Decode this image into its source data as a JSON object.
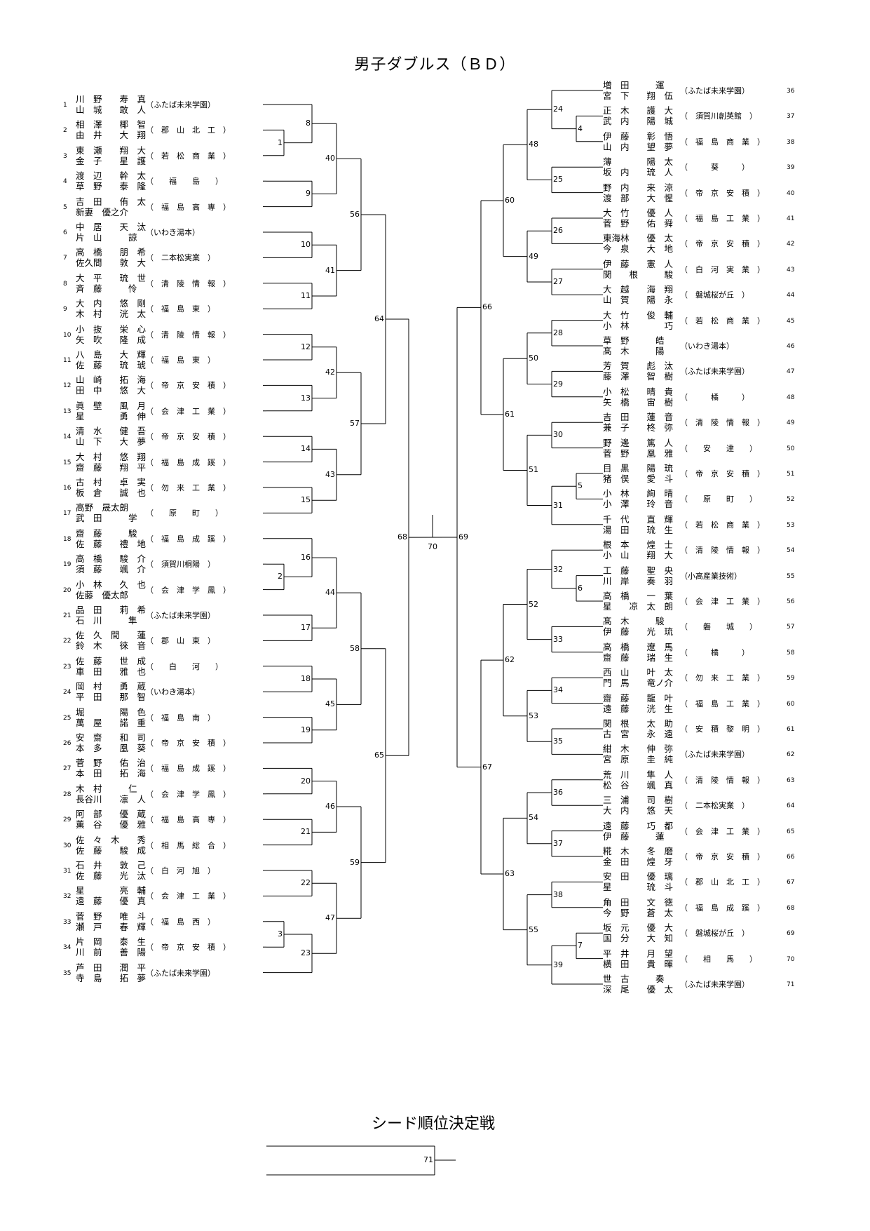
{
  "title": "男子ダブルス（ＢＤ）",
  "subtitle": "シード順位決定戦",
  "left_entries": [
    {
      "no": "1",
      "p1": "川　野　　寿　真",
      "p2": "山　城　　敢　人",
      "team": "（ふたば未来学園）"
    },
    {
      "no": "2",
      "p1": "相　澤　　椰　智",
      "p2": "由　井　　大　翔",
      "team": "（　郡　山　北　工　）"
    },
    {
      "no": "3",
      "p1": "東　瀬　　翔　大",
      "p2": "金　子　　星　護",
      "team": "（　若　松　商　業　）"
    },
    {
      "no": "4",
      "p1": "渡　辺　　幹　太",
      "p2": "草　野　　泰　隆",
      "team": "（　　福　　島　　）"
    },
    {
      "no": "5",
      "p1": "吉　田　　侑　太",
      "p2": "新妻　優之介",
      "team": "（　福　島　高　専　）"
    },
    {
      "no": "6",
      "p1": "中　居　　天　汰",
      "p2": "片　山　　　諒",
      "team": "（いわき湯本）"
    },
    {
      "no": "7",
      "p1": "高　橋　　朋　希",
      "p2": "佐久間　　敦　大",
      "team": "（　二本松実業　）"
    },
    {
      "no": "8",
      "p1": "大　平　　琉　世",
      "p2": "斉　藤　　　怜",
      "team": "（　清　陵　情　報　）"
    },
    {
      "no": "9",
      "p1": "大　内　　悠　剛",
      "p2": "木　村　　洸　太",
      "team": "（　福　島　東　）"
    },
    {
      "no": "10",
      "p1": "小　抜　　栄　心",
      "p2": "矢　吹　　隆　成",
      "team": "（　清　陵　情　報　）"
    },
    {
      "no": "11",
      "p1": "八　島　　大　輝",
      "p2": "佐　藤　　琉　琥",
      "team": "（　福　島　東　）"
    },
    {
      "no": "12",
      "p1": "山　崎　　拓　海",
      "p2": "田　中　　悠　大",
      "team": "（　帝　京　安　積　）"
    },
    {
      "no": "13",
      "p1": "眞　壁　　風　月",
      "p2": "星　　　　勇　伸",
      "team": "（　会　津　工　業　）"
    },
    {
      "no": "14",
      "p1": "清　水　　健　吾",
      "p2": "山　下　　大　夢",
      "team": "（　帝　京　安　積　）"
    },
    {
      "no": "15",
      "p1": "大　村　　悠　翔",
      "p2": "齋　藤　　翔　平",
      "team": "（　福　島　成　蹊　）"
    },
    {
      "no": "16",
      "p1": "古　村　　卓　実",
      "p2": "板　倉　　誠　也",
      "team": "（　勿　来　工　業　）"
    },
    {
      "no": "17",
      "p1": "高野　晟太朗",
      "p2": "武　田　　　学",
      "team": "（　　原　　町　　）"
    },
    {
      "no": "18",
      "p1": "齋　藤　　　駿",
      "p2": "佐　藤　　禮　地",
      "team": "（　福　島　成　蹊　）"
    },
    {
      "no": "19",
      "p1": "高　橋　　駿　介",
      "p2": "須　藤　　颯　介",
      "team": "（　須賀川桐陽　）"
    },
    {
      "no": "20",
      "p1": "小　林　　久　也",
      "p2": "佐藤　優太郎",
      "team": "（　会　津　学　鳳　）"
    },
    {
      "no": "21",
      "p1": "品　田　　莉　希",
      "p2": "石　川　　　隼",
      "team": "（ふたば未来学園）"
    },
    {
      "no": "22",
      "p1": "佐　久　間　　蓮",
      "p2": "鈴　木　　徠　音",
      "team": "（　郡　山　東　）"
    },
    {
      "no": "23",
      "p1": "佐　藤　　世　成",
      "p2": "車　田　　雅　也",
      "team": "（　　白　　河　　）"
    },
    {
      "no": "24",
      "p1": "岡　村　　勇　蔵",
      "p2": "平　田　　那　智",
      "team": "（いわき湯本）"
    },
    {
      "no": "25",
      "p1": "堀　　　　陽　色",
      "p2": "萬　屋　　諾　重",
      "team": "（　福　島　南　）"
    },
    {
      "no": "26",
      "p1": "安　齋　　和　司",
      "p2": "本　多　　凰　葵",
      "team": "（　帝　京　安　積　）"
    },
    {
      "no": "27",
      "p1": "菅　野　　佑　治",
      "p2": "本　田　　拓　海",
      "team": "（　福　島　成　蹊　）"
    },
    {
      "no": "28",
      "p1": "木　村　　　仁",
      "p2": "長谷川　　凛　人",
      "team": "（　会　津　学　鳳　）"
    },
    {
      "no": "29",
      "p1": "阿　部　　優　蔵",
      "p2": "薫　谷　　優　雅",
      "team": "（　福　島　高　専　）"
    },
    {
      "no": "30",
      "p1": "佐　々　木　　秀",
      "p2": "佐　藤　　駿　成",
      "team": "（　相　馬　総　合　）"
    },
    {
      "no": "31",
      "p1": "石　井　　敦　己",
      "p2": "佐　藤　　光　汰",
      "team": "（　白　河　旭　）"
    },
    {
      "no": "32",
      "p1": "星　　　　亮　輔",
      "p2": "遠　藤　　優　真",
      "team": "（　会　津　工　業　）"
    },
    {
      "no": "33",
      "p1": "菅　野　　唯　斗",
      "p2": "瀬　戸　　春　輝",
      "team": "（　福　島　西　）"
    },
    {
      "no": "34",
      "p1": "片　岡　　泰　生",
      "p2": "川　前　　善　陽",
      "team": "（　帝　京　安　積　）"
    },
    {
      "no": "35",
      "p1": "芦　田　　潤　平",
      "p2": "寺　島　　拓　夢",
      "team": "（ふたば未来学園）"
    }
  ],
  "right_entries": [
    {
      "no": "36",
      "p1": "増　田　　　運",
      "p2": "宮　下　　翔　伍",
      "team": "（ふたば未来学園）"
    },
    {
      "no": "37",
      "p1": "正　木　　護　大",
      "p2": "武　内　　陽　城",
      "team": "（　須賀川創英館　）"
    },
    {
      "no": "38",
      "p1": "伊　藤　　彰　悟",
      "p2": "山　内　　望　夢",
      "team": "（　福　島　商　業　）"
    },
    {
      "no": "39",
      "p1": "薄　　　　陽　太",
      "p2": "坂　内　　琉　人",
      "team": "（　　　葵　　　）"
    },
    {
      "no": "40",
      "p1": "野　内　　来　涼",
      "p2": "渡　部　　大　惺",
      "team": "（　帝　京　安　積　）"
    },
    {
      "no": "41",
      "p1": "大　竹　　優　人",
      "p2": "菅　野　　佑　舜",
      "team": "（　福　島　工　業　）"
    },
    {
      "no": "42",
      "p1": "東海林　　優　太",
      "p2": "今　泉　　大　地",
      "team": "（　帝　京　安　積　）"
    },
    {
      "no": "43",
      "p1": "伊　藤　　憲　人",
      "p2": "関　　根　　　駿",
      "team": "（　白　河　実　業　）"
    },
    {
      "no": "44",
      "p1": "大　越　　海　翔",
      "p2": "山　賀　　陽　永",
      "team": "（　磐城桜が丘　）"
    },
    {
      "no": "45",
      "p1": "大　竹　　俊　輔",
      "p2": "小　林　　　　巧",
      "team": "（　若　松　商　業　）"
    },
    {
      "no": "46",
      "p1": "草　野　　　皓",
      "p2": "髙　木　　　陽",
      "team": "（いわき湯本）"
    },
    {
      "no": "47",
      "p1": "芳　賀　　彪　汰",
      "p2": "藤　澤　　智　樹",
      "team": "（ふたば未来学園）"
    },
    {
      "no": "48",
      "p1": "小　松　　晴　貴",
      "p2": "矢　橋　　宙　樹",
      "team": "（　　　橘　　　）"
    },
    {
      "no": "49",
      "p1": "吉　田　　蓮　音",
      "p2": "兼　子　　柊　弥",
      "team": "（　清　陵　情　報　）"
    },
    {
      "no": "50",
      "p1": "野　邊　　篤　人",
      "p2": "菅　野　　凰　雅",
      "team": "（　　安　　達　　）"
    },
    {
      "no": "51",
      "p1": "目　黒　　陽　琉",
      "p2": "猪　俣　　愛　斗",
      "team": "（　帝　京　安　積　）"
    },
    {
      "no": "52",
      "p1": "小　林　　絢　晴",
      "p2": "小　澤　　玲　音",
      "team": "（　　原　　町　　）"
    },
    {
      "no": "53",
      "p1": "千　代　　直　輝",
      "p2": "湯　田　　琉　生",
      "team": "（　若　松　商　業　）"
    },
    {
      "no": "54",
      "p1": "根　本　　煌　士",
      "p2": "小　山　　翔　大",
      "team": "（　清　陵　情　報　）"
    },
    {
      "no": "55",
      "p1": "工　藤　　聖　央",
      "p2": "川　岸　　奏　羽",
      "team": "（小高産業技術）"
    },
    {
      "no": "56",
      "p1": "高　橋　　一　葉",
      "p2": "星　　凉　太　朗",
      "team": "（　会　津　工　業　）"
    },
    {
      "no": "57",
      "p1": "髙　木　　　駿",
      "p2": "伊　藤　　光　琉",
      "team": "（　　磐　　城　　）"
    },
    {
      "no": "58",
      "p1": "高　橋　　遼　馬",
      "p2": "齋　藤　　瑞　生",
      "team": "（　　　橘　　　）"
    },
    {
      "no": "59",
      "p1": "西　山　　叶　太",
      "p2": "門　馬　　竜ノ介",
      "team": "（　勿　来　工　業　）"
    },
    {
      "no": "60",
      "p1": "齋　藤　　龍　叶",
      "p2": "遠　藤　　洸　生",
      "team": "（　福　島　工　業　）"
    },
    {
      "no": "61",
      "p1": "関　根　　太　助",
      "p2": "古　宮　　永　遠",
      "team": "（　安　積　黎　明　）"
    },
    {
      "no": "62",
      "p1": "紺　木　　伸　弥",
      "p2": "宮　原　　圭　純",
      "team": "（ふたば未来学園）"
    },
    {
      "no": "63",
      "p1": "荒　川　　隼　人",
      "p2": "松　谷　　颯　真",
      "team": "（　清　陵　情　報　）"
    },
    {
      "no": "64",
      "p1": "三　浦　　司　樹",
      "p2": "大　内　　悠　天",
      "team": "（　二本松実業　）"
    },
    {
      "no": "65",
      "p1": "遠　藤　　巧　都",
      "p2": "伊　藤　　　蓮",
      "team": "（　会　津　工　業　）"
    },
    {
      "no": "66",
      "p1": "糀　木　　冬　磨",
      "p2": "金　田　　煌　牙",
      "team": "（　帝　京　安　積　）"
    },
    {
      "no": "67",
      "p1": "安　田　　優　璃",
      "p2": "星　　　　琉　斗",
      "team": "（　郡　山　北　工　）"
    },
    {
      "no": "68",
      "p1": "角　田　　文　徳",
      "p2": "今　野　　蒼　太",
      "team": "（　福　島　成　蹊　）"
    },
    {
      "no": "69",
      "p1": "坂　元　　優　大",
      "p2": "国　分　　大　知",
      "team": "（　磐城桜が丘　）"
    },
    {
      "no": "70",
      "p1": "平　井　　月　望",
      "p2": "横　田　　貴　暉",
      "team": "（　　相　　馬　　）"
    },
    {
      "no": "71",
      "p1": "世　古　　　奏",
      "p2": "深　尾　　優　太",
      "team": "（ふたば未来学園）"
    }
  ],
  "match_numbers": [
    "1",
    "2",
    "3",
    "4",
    "5",
    "6",
    "7",
    "8",
    "9",
    "10",
    "11",
    "12",
    "13",
    "14",
    "15",
    "16",
    "17",
    "18",
    "19",
    "20",
    "21",
    "22",
    "23",
    "24",
    "25",
    "26",
    "27",
    "28",
    "29",
    "30",
    "31",
    "32",
    "33",
    "34",
    "35",
    "36",
    "37",
    "38",
    "39",
    "40",
    "41",
    "42",
    "43",
    "44",
    "45",
    "46",
    "47",
    "48",
    "49",
    "50",
    "51",
    "52",
    "53",
    "54",
    "55",
    "56",
    "57",
    "58",
    "59",
    "60",
    "61",
    "62",
    "63",
    "64",
    "65",
    "66",
    "67",
    "68",
    "69",
    "70",
    "71"
  ]
}
